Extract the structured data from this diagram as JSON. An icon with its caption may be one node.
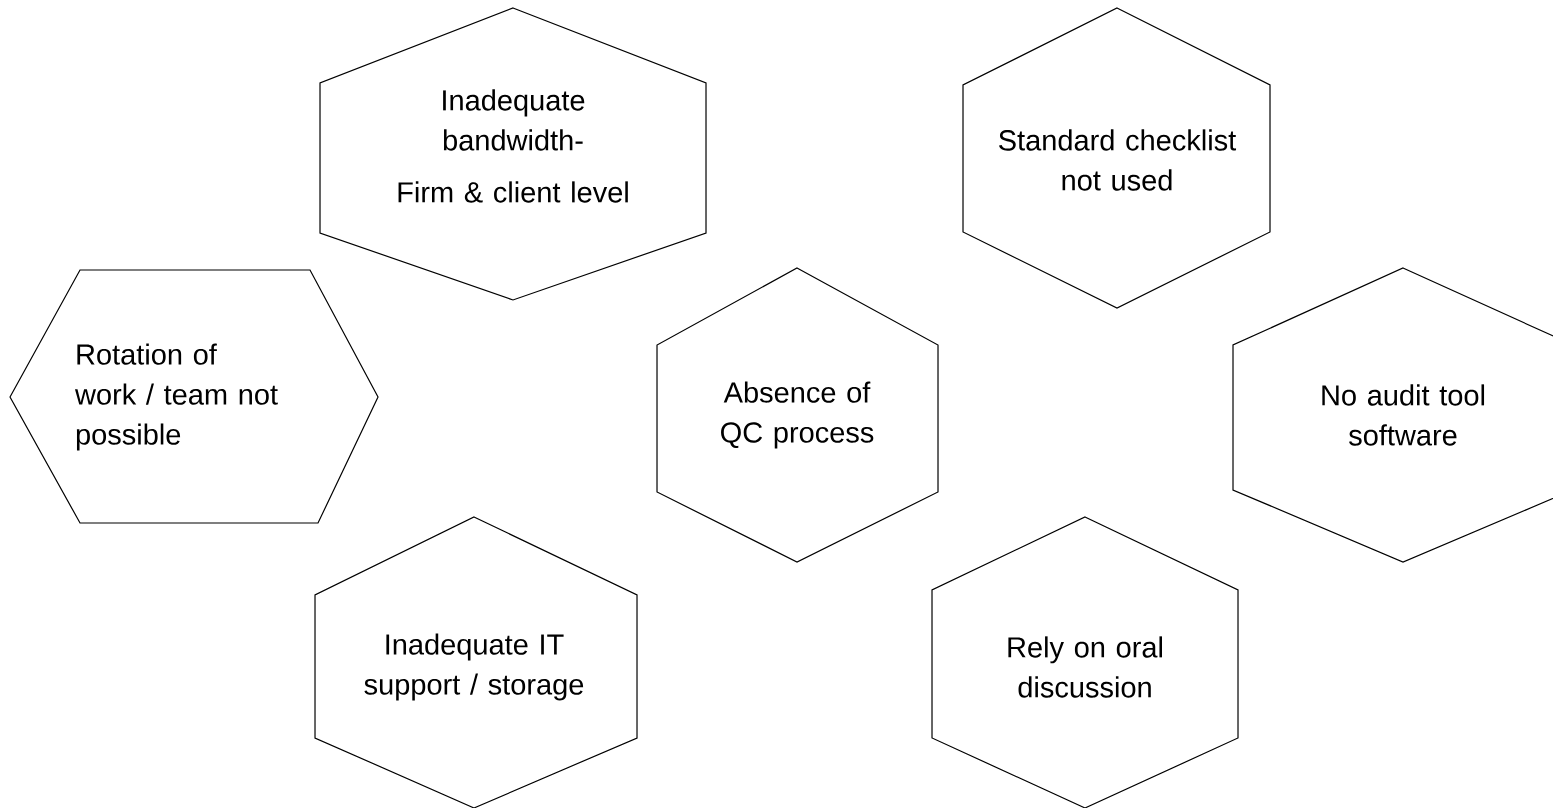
{
  "diagram": {
    "nodes": [
      {
        "text": [
          "Inadequate bandwidth-",
          "Firm & client level"
        ]
      },
      {
        "text": [
          "Standard checklist not used"
        ]
      },
      {
        "text": [
          "Rotation of work / team not possible"
        ]
      },
      {
        "text": [
          "Absence of QC process"
        ]
      },
      {
        "text": [
          "No audit tool software"
        ]
      },
      {
        "text": [
          "Inadequate IT support / storage"
        ]
      },
      {
        "text": [
          "Rely on oral discussion"
        ]
      }
    ]
  }
}
